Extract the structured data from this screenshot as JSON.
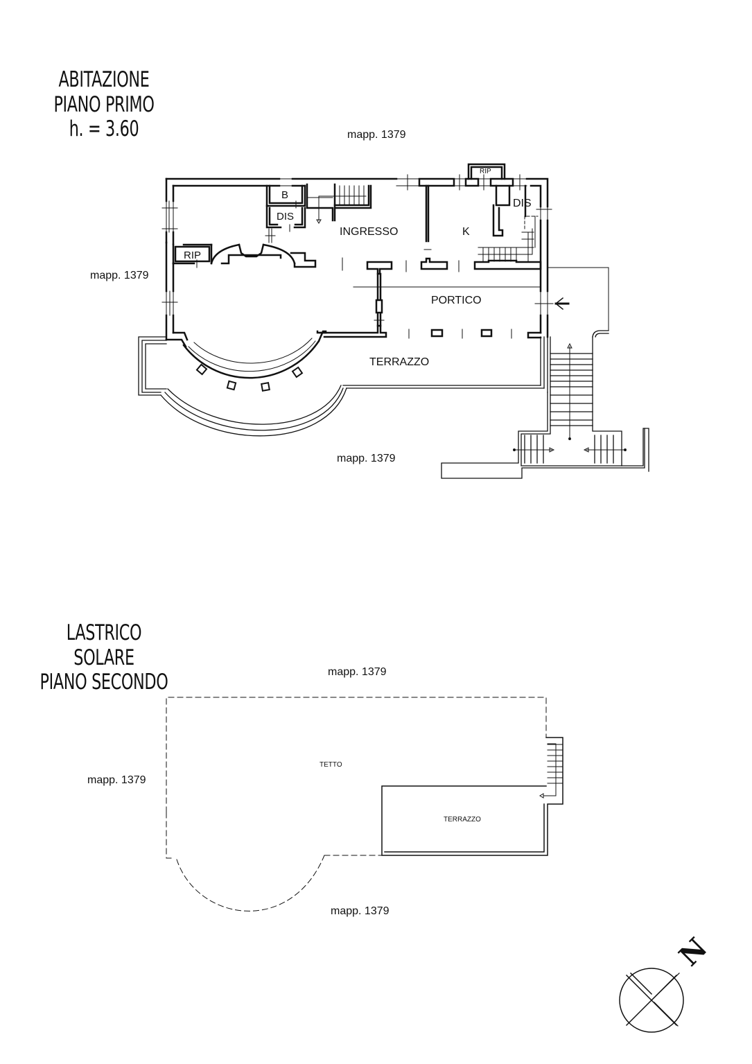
{
  "floor1": {
    "title_lines": [
      "ABITAZIONE",
      "PIANO PRIMO",
      "h. = 3.60"
    ],
    "parcel_labels": {
      "north": "mapp. 1379",
      "west": "mapp. 1379",
      "south": "mapp. 1379"
    },
    "rooms": {
      "bath": "B",
      "hall_left": "DIS",
      "storage_left": "RIP",
      "entrance": "INGRESSO",
      "kitchen": "K",
      "storage_top": "RIP",
      "hall_right": "DIS",
      "porch": "PORTICO",
      "terrace": "TERRAZZO"
    }
  },
  "floor2": {
    "title_lines": [
      "LASTRICO SOLARE",
      "PIANO SECONDO"
    ],
    "parcel_labels": {
      "north": "mapp. 1379",
      "west": "mapp. 1379",
      "south": "mapp. 1379"
    },
    "rooms": {
      "roof": "TETTO",
      "terrace": "TERRAZZO"
    }
  },
  "north_arrow": {
    "label": "N"
  },
  "colors": {
    "line": "#111111",
    "background": "#ffffff"
  }
}
